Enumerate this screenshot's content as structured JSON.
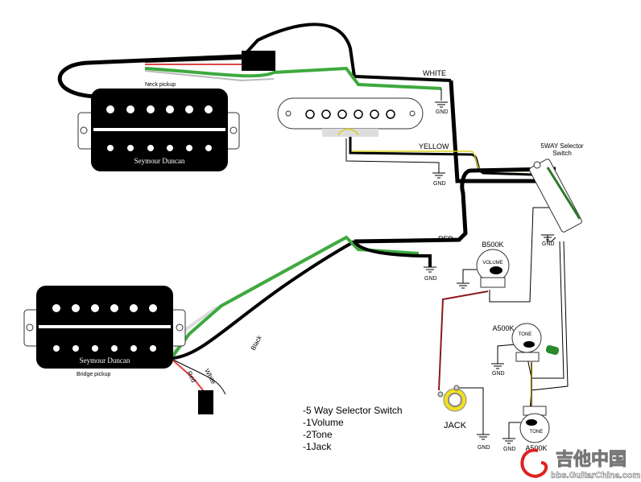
{
  "pickups": {
    "neck_label": "Neck pickup",
    "bridge_label": "Bridge pickup",
    "brand": "Seymour Duncan"
  },
  "wire_labels": {
    "white": "WHITE",
    "yellow": "YELLOW",
    "red": "RED",
    "bridge_black": "Black",
    "bridge_white": "White",
    "bridge_red": "Red"
  },
  "switch": {
    "title_line1": "5WAY Selector",
    "title_line2": "Switch"
  },
  "pots": {
    "volume_value": "B500K",
    "volume_label": "VOLUME",
    "tone1_value": "A500K",
    "tone1_label": "TONE",
    "tone2_value": "A500K",
    "tone2_label": "TONE"
  },
  "jack_label": "JACK",
  "gnd_label": "GND",
  "parts_list": [
    "-5 Way Selector Switch",
    "-1Volume",
    "-2Tone",
    "-1Jack"
  ],
  "watermark": {
    "title": "吉他中国",
    "url": "bbs.GuitarChina.com"
  },
  "colors": {
    "wire_black": "#000000",
    "wire_green": "#3daa3d",
    "wire_yellow": "#d8d020",
    "wire_red": "#8b1a1a",
    "wire_gray": "#bbbbbb"
  }
}
